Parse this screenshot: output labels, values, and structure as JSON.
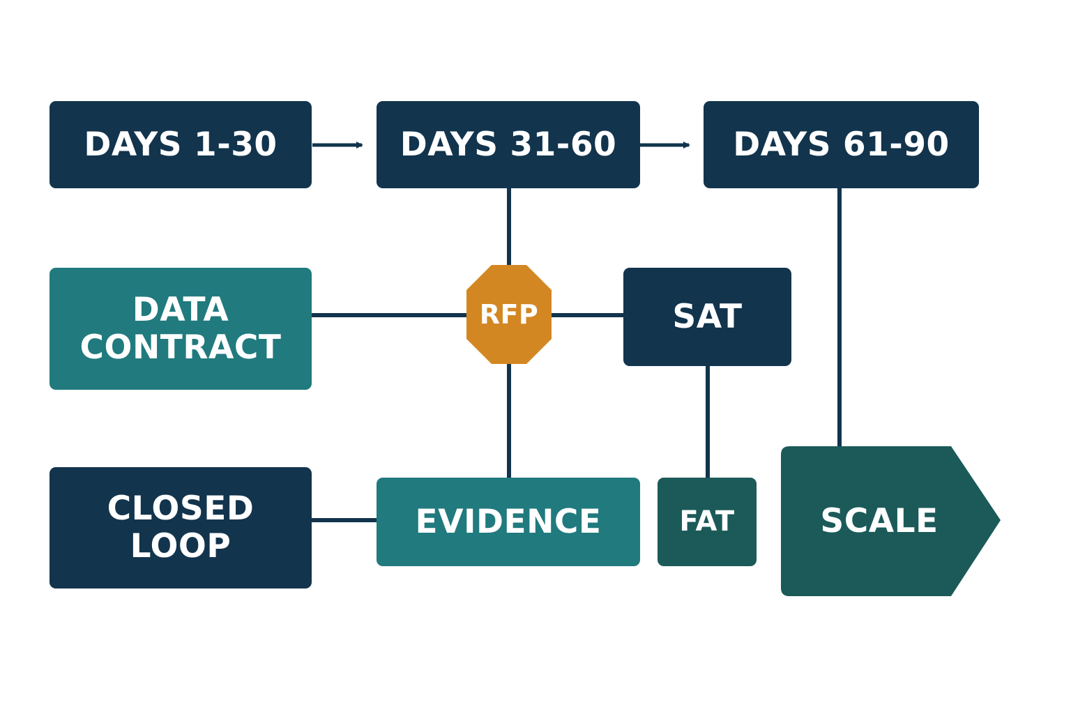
{
  "nodes": {
    "days_1_30": {
      "label": "DAYS 1-30"
    },
    "days_31_60": {
      "label": "DAYS 31-60"
    },
    "days_61_90": {
      "label": "DAYS 61-90"
    },
    "data_contract": {
      "line1": "DATA",
      "line2": "CONTRACT"
    },
    "rfp": {
      "label": "RFP"
    },
    "sat": {
      "label": "SAT"
    },
    "closed_loop": {
      "line1": "CLOSED",
      "line2": "LOOP"
    },
    "evidence": {
      "label": "EVIDENCE"
    },
    "fat": {
      "label": "FAT"
    },
    "scale": {
      "label": "SCALE"
    }
  },
  "colors": {
    "navy": "#12344d",
    "teal": "#207a7e",
    "dark_green": "#1b5a58",
    "orange": "#d38722",
    "connector": "#12344d",
    "background": "#ffffff"
  }
}
